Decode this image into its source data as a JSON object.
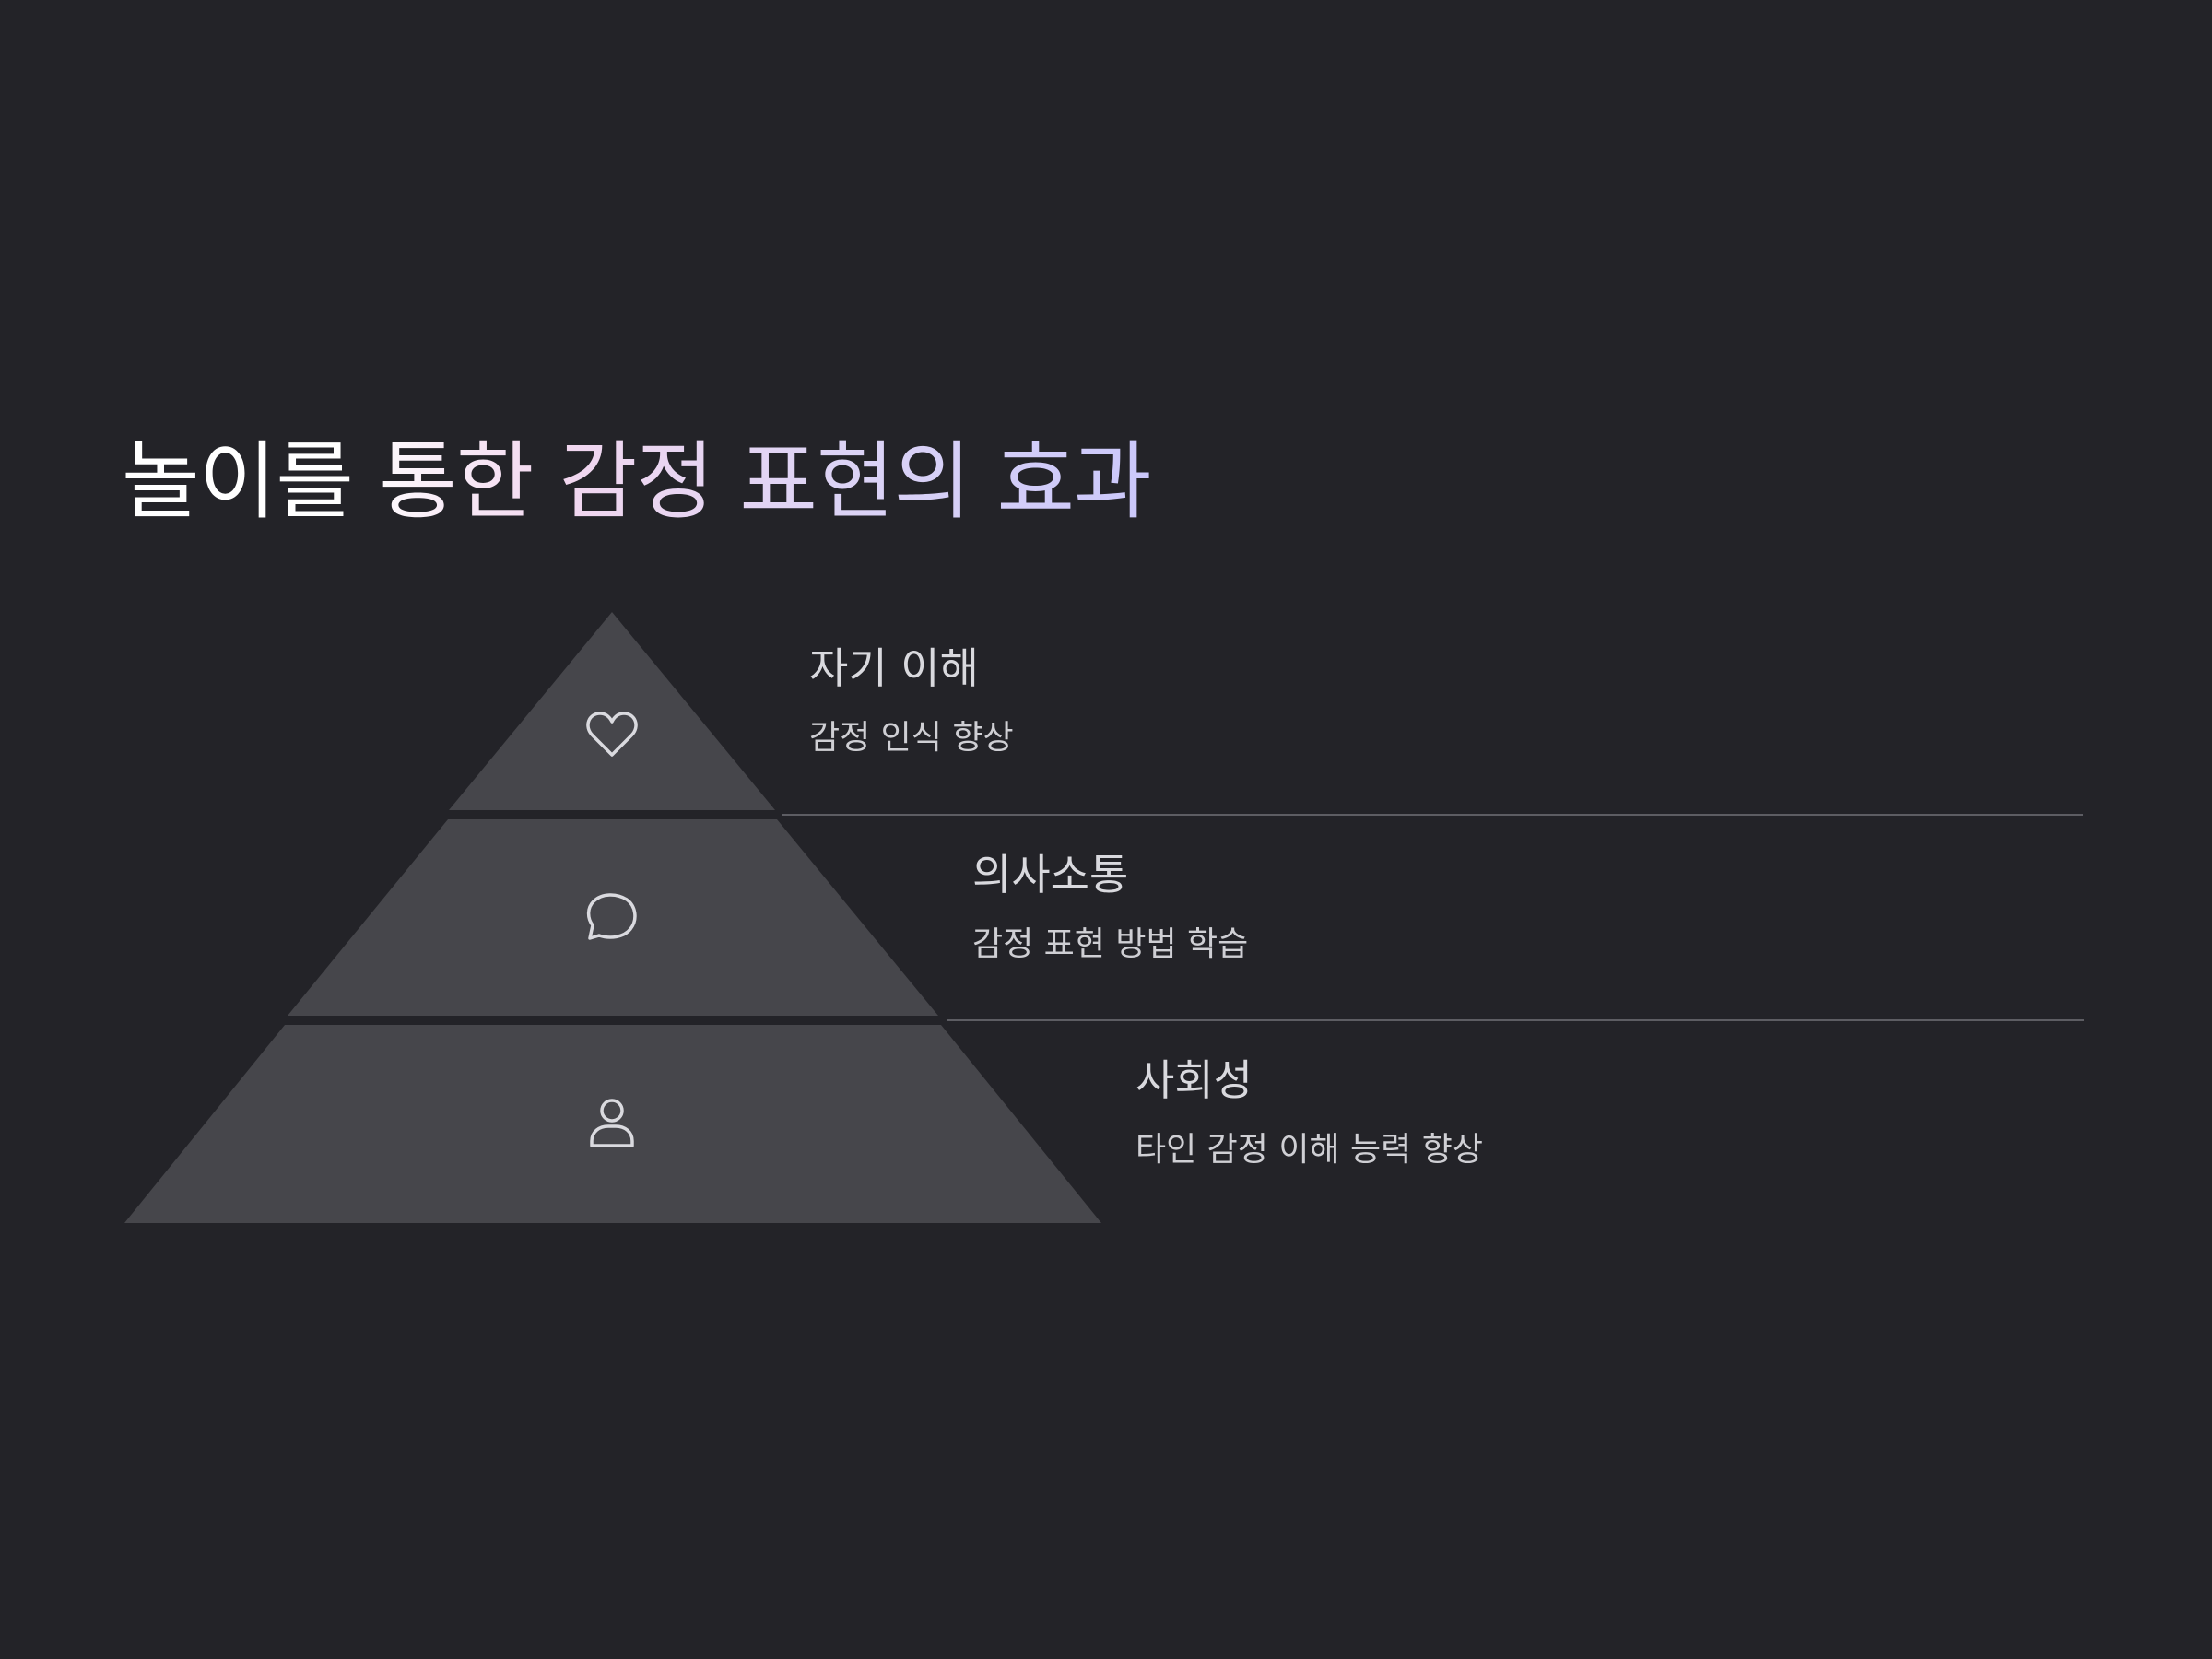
{
  "title": "놀이를 통한 감정 표현의 효과",
  "colors": {
    "background": "#232328",
    "pyramid_fill": "#46464b",
    "divider": "#5d5d63",
    "icon_stroke": "#dadadf",
    "heading_text": "#d9d9de",
    "sub_text": "#cfcfd4"
  },
  "levels": [
    {
      "heading": "자기 이해",
      "sub": "감정 인식 향상",
      "icon": "heart-icon"
    },
    {
      "heading": "의사소통",
      "sub": "감정 표현 방법 학습",
      "icon": "speech-bubble-icon"
    },
    {
      "heading": "사회성",
      "sub": "타인 감정 이해 능력 향상",
      "icon": "person-icon"
    }
  ]
}
